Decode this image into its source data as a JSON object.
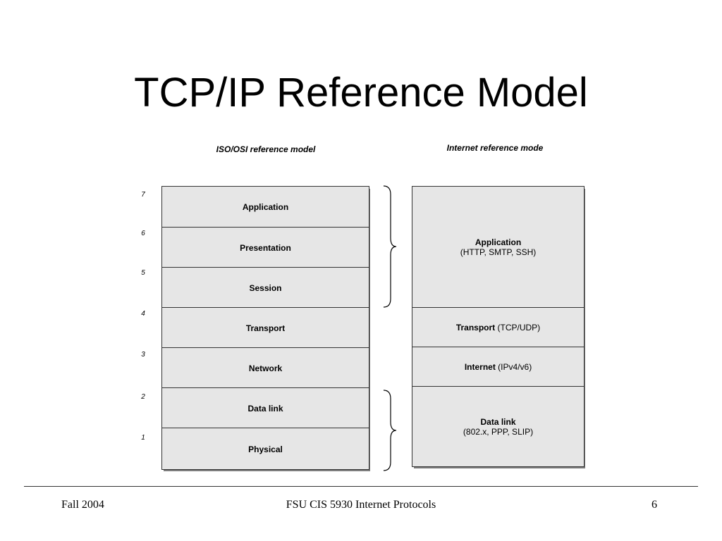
{
  "slide": {
    "title": "TCP/IP Reference Model",
    "osi_heading": "ISO/OSI reference model",
    "inet_heading": "Internet reference mode"
  },
  "osi_layers": [
    {
      "number": "7",
      "name": "Application"
    },
    {
      "number": "6",
      "name": "Presentation"
    },
    {
      "number": "5",
      "name": "Session"
    },
    {
      "number": "4",
      "name": "Transport"
    },
    {
      "number": "3",
      "name": "Network"
    },
    {
      "number": "2",
      "name": "Data link"
    },
    {
      "number": "1",
      "name": "Physical"
    }
  ],
  "inet_layers": [
    {
      "name": "Application",
      "detail": "(HTTP, SMTP, SSH)"
    },
    {
      "name": "Transport",
      "detail": "(TCP/UDP)"
    },
    {
      "name": "Internet",
      "detail": "(IPv4/v6)"
    },
    {
      "name": "Data link",
      "detail": "(802.x, PPP, SLIP)"
    }
  ],
  "footer": {
    "left": "Fall 2004",
    "center": "FSU CIS 5930 Internet Protocols",
    "right": "6"
  },
  "colors": {
    "layer_fill": "#e6e6e6",
    "shadow": "#7d7d7d",
    "border": "#333333"
  }
}
